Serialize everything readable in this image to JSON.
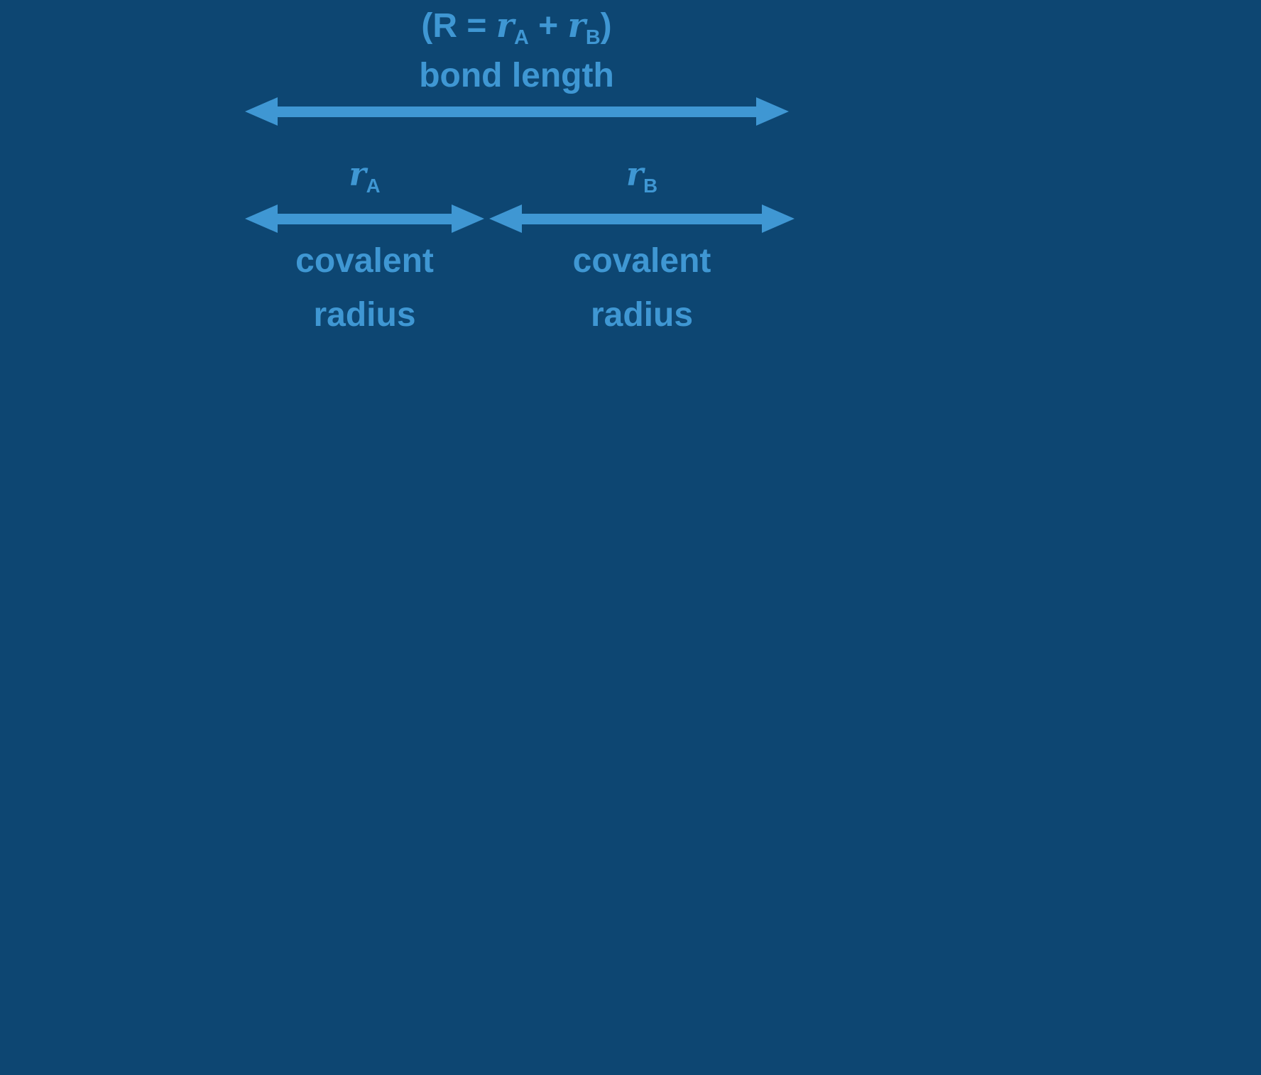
{
  "colors": {
    "background": "#0d4672",
    "accent": "#3f97d3"
  },
  "diagram": {
    "title_formula": {
      "open": "(R = ",
      "r_a": "r",
      "sub_a": "A",
      "plus": " + ",
      "r_b": "r",
      "sub_b": "B",
      "close": ")"
    },
    "bond_length_label": "bond length",
    "left_segment": {
      "symbol": "r",
      "subscript": "A",
      "caption_line1": "covalent",
      "caption_line2": "radius"
    },
    "right_segment": {
      "symbol": "r",
      "subscript": "B",
      "caption_line1": "covalent",
      "caption_line2": "radius"
    }
  }
}
